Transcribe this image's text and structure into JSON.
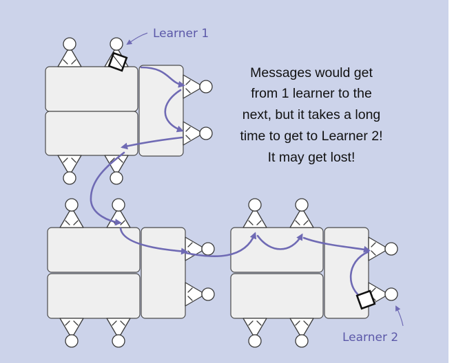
{
  "caption": {
    "lines": [
      "Messages would get",
      "from 1 learner to the",
      "next, but it takes a long",
      "time to get to Learner 2!",
      "It may get lost!"
    ]
  },
  "labels": {
    "learner_1": "Learner 1",
    "learner_2": "Learner 2"
  },
  "colors": {
    "background": "#ccd3ea",
    "arrow": "#6f6ab4",
    "label": "#5b58a8",
    "table": "#efefef"
  },
  "icons": {
    "person": "person-top-view-icon",
    "message": "message-square-icon"
  }
}
